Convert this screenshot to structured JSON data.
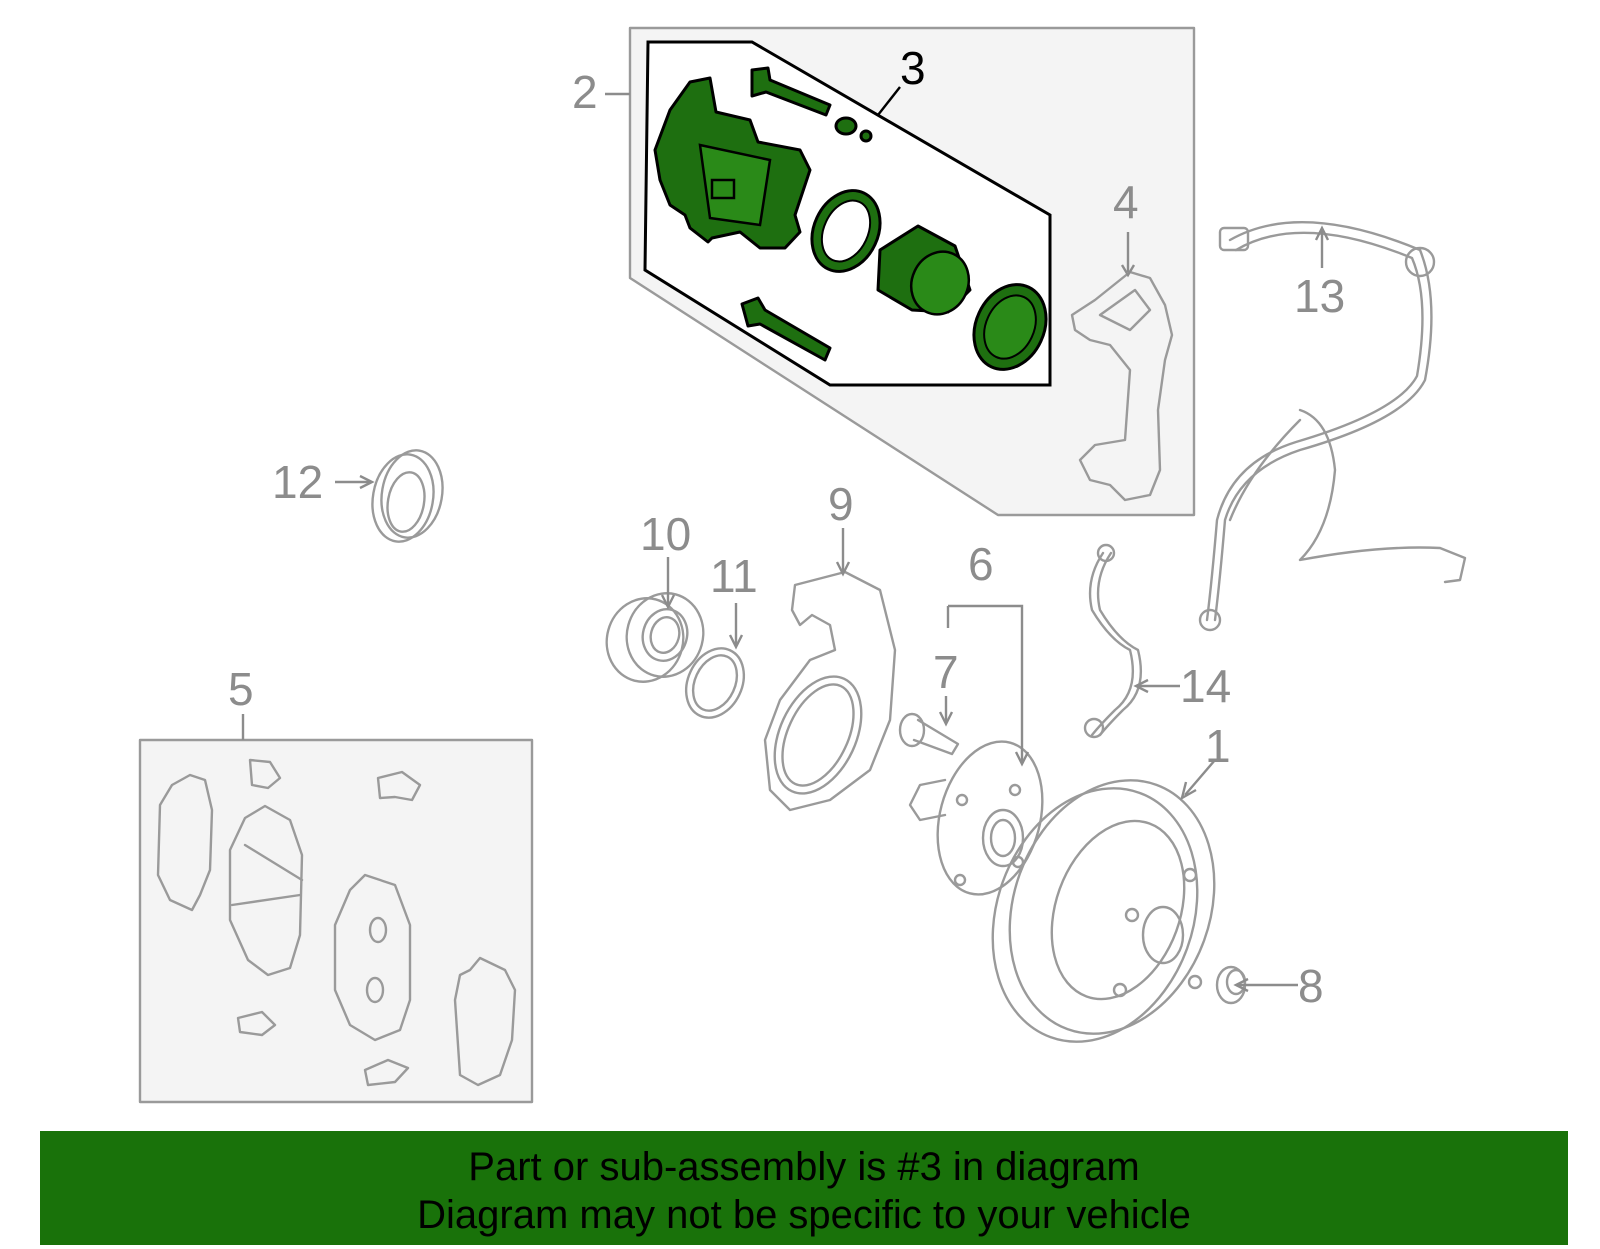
{
  "callouts": {
    "c1": "1",
    "c2": "2",
    "c3": "3",
    "c4": "4",
    "c5": "5",
    "c6": "6",
    "c7": "7",
    "c8": "8",
    "c9": "9",
    "c10": "10",
    "c11": "11",
    "c12": "12",
    "c13": "13",
    "c14": "14"
  },
  "highlight_part": "3",
  "colors": {
    "highlight": "#1e6f10",
    "banner": "#19720a",
    "line": "#9a9a9a"
  },
  "banner": {
    "line1": "Part or sub-assembly is #3 in diagram",
    "line2": "Diagram may not be specific to your vehicle"
  }
}
